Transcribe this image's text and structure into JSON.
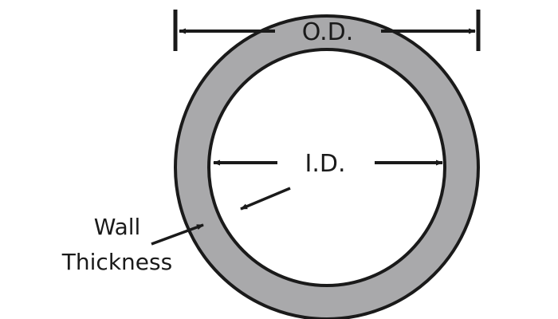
{
  "labels": {
    "outer_diameter": "O.D.",
    "inner_diameter": "I.D.",
    "wall_line1": "Wall",
    "wall_line2": "Thickness"
  },
  "colors": {
    "tube_wall_fill": "#a9a9ab",
    "outline": "#1a1a1a",
    "background": "#ffffff"
  }
}
